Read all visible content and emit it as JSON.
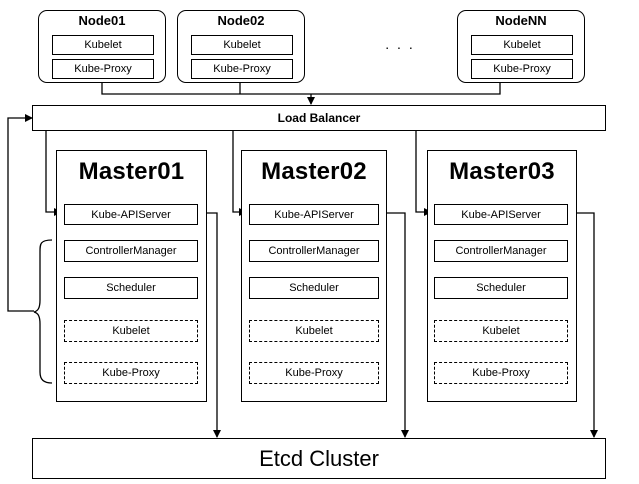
{
  "nodes": [
    {
      "title": "Node01",
      "kubelet": "Kubelet",
      "proxy": "Kube-Proxy"
    },
    {
      "title": "Node02",
      "kubelet": "Kubelet",
      "proxy": "Kube-Proxy"
    },
    {
      "title": "NodeNN",
      "kubelet": "Kubelet",
      "proxy": "Kube-Proxy"
    }
  ],
  "ellipsis": ". . .",
  "load_balancer": "Load Balancer",
  "masters": [
    {
      "title": "Master01",
      "apiserver": "Kube-APIServer",
      "controller": "ControllerManager",
      "scheduler": "Scheduler",
      "kubelet": "Kubelet",
      "proxy": "Kube-Proxy"
    },
    {
      "title": "Master02",
      "apiserver": "Kube-APIServer",
      "controller": "ControllerManager",
      "scheduler": "Scheduler",
      "kubelet": "Kubelet",
      "proxy": "Kube-Proxy"
    },
    {
      "title": "Master03",
      "apiserver": "Kube-APIServer",
      "controller": "ControllerManager",
      "scheduler": "Scheduler",
      "kubelet": "Kubelet",
      "proxy": "Kube-Proxy"
    }
  ],
  "etcd": "Etcd Cluster"
}
